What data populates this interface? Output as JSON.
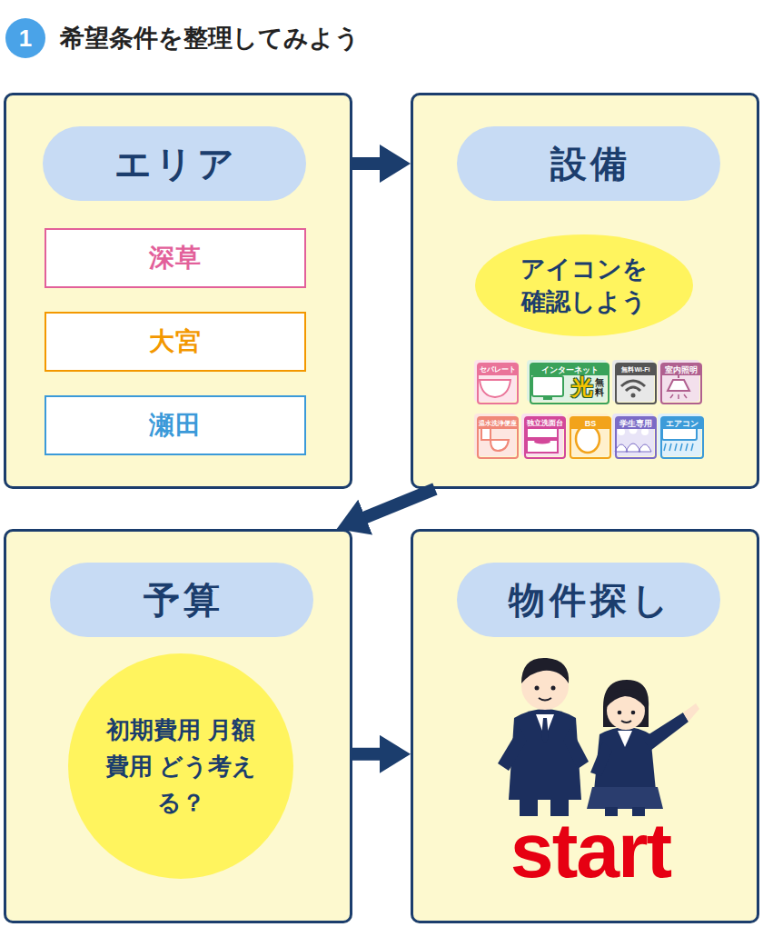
{
  "diagram": {
    "title": "希望条件を整理してみよう",
    "nodes": [
      {
        "text": [
          "1"
        ]
      },
      {
        "text": [
          "エリア"
        ]
      },
      {
        "text": [
          "深草"
        ],
        "in": 1
      },
      {
        "text": [
          "大宮"
        ],
        "in": 1
      },
      {
        "text": [
          "瀬田"
        ],
        "in": 1
      },
      {
        "text": [
          "設備"
        ]
      },
      {
        "text": [
          "アイコンを 確認しよう"
        ],
        "in": 5
      },
      {
        "text": [
          "セパレート"
        ],
        "in": 5
      },
      {
        "text": [
          "インターネット",
          "光",
          "無料"
        ],
        "in": 5
      },
      {
        "text": [
          "無料Wi-Fi"
        ],
        "in": 5
      },
      {
        "text": [
          "室内照明"
        ],
        "in": 5
      },
      {
        "text": [
          "温水洗浄便座"
        ],
        "in": 5
      },
      {
        "text": [
          "独立洗面台"
        ],
        "in": 5
      },
      {
        "text": [
          "BS"
        ],
        "in": 5
      },
      {
        "text": [
          "学生専用"
        ],
        "in": 5
      },
      {
        "text": [
          "エアコン"
        ],
        "in": 5
      },
      {
        "text": [
          "予算"
        ]
      },
      {
        "text": [
          "初期費用 月額費用 どう考える？"
        ],
        "in": 16
      },
      {
        "text": [
          "物件探し"
        ]
      }
    ],
    "edges": [
      {
        "from": 1,
        "to": 5,
        "arrow": "to"
      },
      {
        "from": 5,
        "to": 16,
        "arrow": "to"
      },
      {
        "from": 16,
        "to": 18,
        "arrow": "to"
      }
    ],
    "labels": [
      "start"
    ]
  }
}
